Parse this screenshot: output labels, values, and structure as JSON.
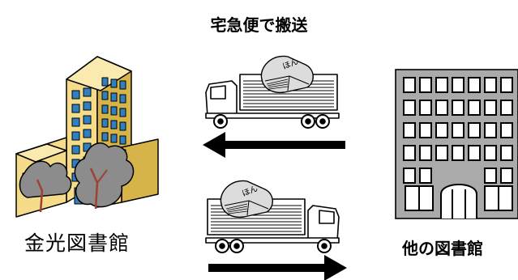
{
  "title": "宅急便で搬送",
  "libraries": {
    "left": "金光図書館",
    "right": "他の図書館"
  },
  "package_label": "ほん",
  "colors": {
    "building_wall": "#f5dc8a",
    "building_shadow": "#d7b44a",
    "window_blue": "#2f7fc1",
    "tree_gray": "#8c8c8c",
    "library_gray": "#aaaaaa",
    "black": "#000000"
  }
}
